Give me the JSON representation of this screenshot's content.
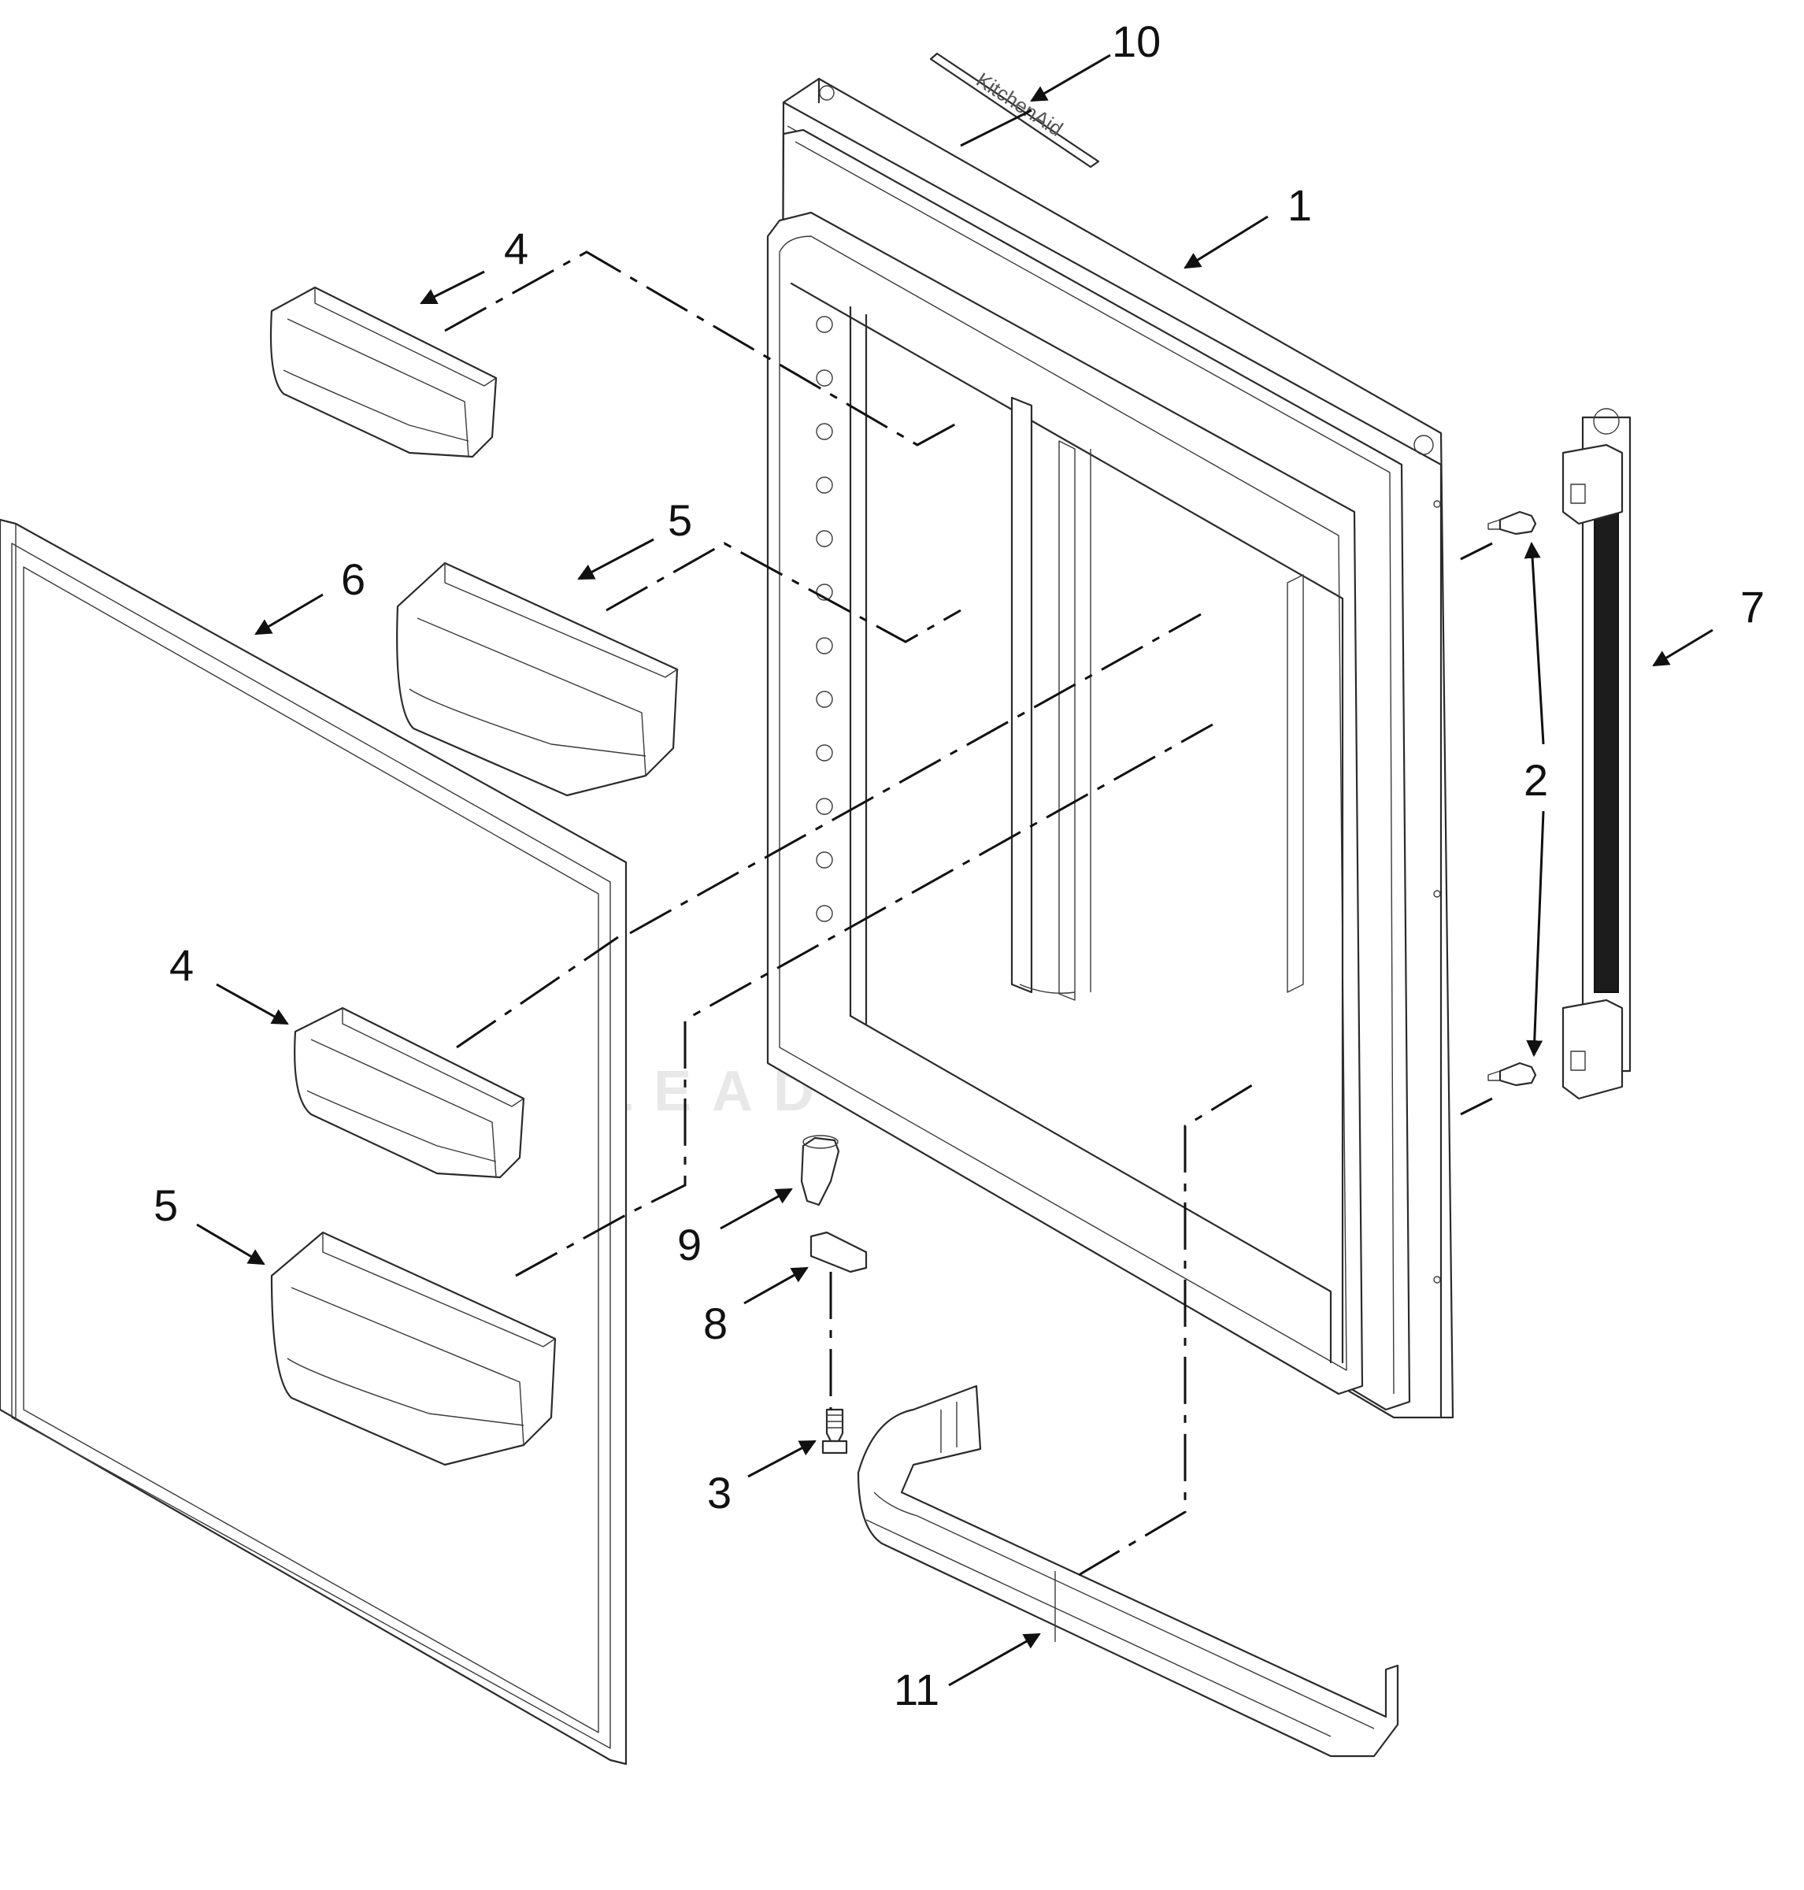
{
  "watermark": {
    "text": "LEADVENTURE"
  },
  "nameplate": {
    "text": "KitchenAid"
  },
  "callouts": [
    {
      "id": "c10",
      "label": "10"
    },
    {
      "id": "c1",
      "label": "1"
    },
    {
      "id": "c4a",
      "label": "4"
    },
    {
      "id": "c5a",
      "label": "5"
    },
    {
      "id": "c6",
      "label": "6"
    },
    {
      "id": "c7",
      "label": "7"
    },
    {
      "id": "c2",
      "label": "2"
    },
    {
      "id": "c4b",
      "label": "4"
    },
    {
      "id": "c5b",
      "label": "5"
    },
    {
      "id": "c9",
      "label": "9"
    },
    {
      "id": "c8",
      "label": "8"
    },
    {
      "id": "c3",
      "label": "3"
    },
    {
      "id": "c11",
      "label": "11"
    }
  ]
}
